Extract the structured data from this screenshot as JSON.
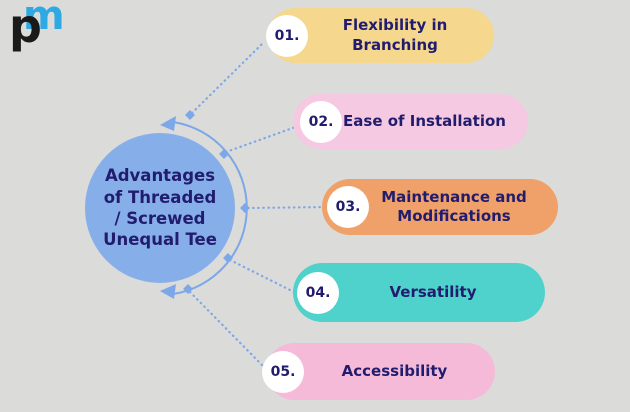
{
  "page": {
    "background": "#dbdbd9"
  },
  "logo": {
    "letter_m": "m",
    "letter_p": "p",
    "m_color": "#2ea9e4",
    "p_color": "#1a1a1a"
  },
  "center": {
    "title": "Advantages of Threaded / Screwed Unequal Tee",
    "lines": [
      "Advantages",
      "of Threaded",
      "/ Screwed",
      "Unequal Tee"
    ],
    "fill": "#86afea",
    "text_color": "#221c6e"
  },
  "connector": {
    "color": "#7ca7e8"
  },
  "items": [
    {
      "number": "01.",
      "line1": "Flexibility in",
      "line2": "Branching",
      "color": "#f5d78e"
    },
    {
      "number": "02.",
      "line1": "Ease of Installation",
      "line2": "",
      "color": "#f5c9e1"
    },
    {
      "number": "03.",
      "line1": "Maintenance and",
      "line2": "Modifications",
      "color": "#efa169"
    },
    {
      "number": "04.",
      "line1": "Versatility",
      "line2": "",
      "color": "#4fd2cb"
    },
    {
      "number": "05.",
      "line1": "Accessibility",
      "line2": "",
      "color": "#f5bad7"
    }
  ]
}
